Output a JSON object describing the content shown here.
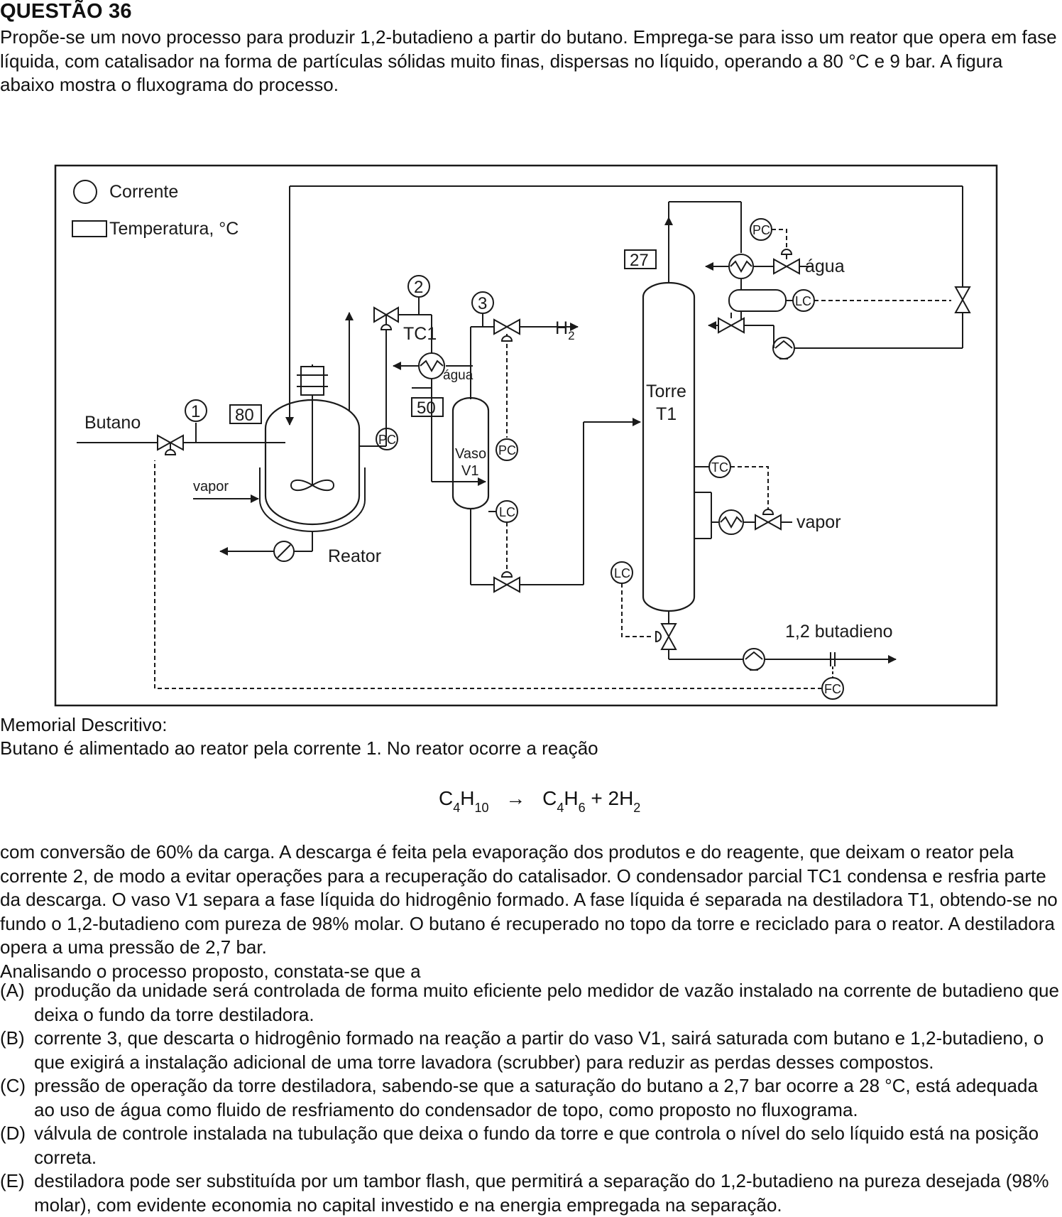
{
  "question": {
    "title": "QUESTÃO 36",
    "intro": "Propõe-se um novo processo para produzir 1,2-butadieno a partir do butano. Emprega-se para isso um reator que opera em fase líquida, com catalisador na forma de partículas sólidas muito finas, dispersas no líquido, operando a 80 °C e 9 bar. A figura abaixo mostra o fluxograma do processo."
  },
  "diagram": {
    "legend": {
      "stream": "Corrente",
      "temperature": "Temperatura, °C"
    },
    "labels": {
      "butano": "Butano",
      "vapor_reactor": "vapor",
      "reator": "Reator",
      "tc1": "TC1",
      "agua_tc1": "água",
      "vaso": "Vaso",
      "v1": "V1",
      "h2": "H",
      "h2_sub": "2",
      "torre": "Torre",
      "t1": "T1",
      "agua_top": "água",
      "vapor_reboiler": "vapor",
      "product": "1,2 butadieno"
    },
    "streams": [
      "1",
      "2",
      "3"
    ],
    "temperatures": [
      "80",
      "50",
      "27"
    ],
    "instruments": {
      "pc": "PC",
      "lc": "LC",
      "tc": "TC",
      "fc": "FC"
    }
  },
  "memorial": {
    "heading": "Memorial Descritivo:",
    "line1": "Butano é alimentado ao reator pela corrente 1. No reator ocorre a reação",
    "reaction": {
      "r1": "C",
      "r1s1": "4",
      "r1b": "H",
      "r1s2": "10",
      "arrow": "→",
      "p1": "C",
      "p1s1": "4",
      "p1b": "H",
      "p1s2": "6",
      "plus": "+ 2H",
      "p2s": "2"
    },
    "body": "com conversão de 60% da carga. A descarga é feita pela evaporação dos produtos e do reagente, que deixam o reator pela corrente 2, de modo a evitar operações para a recuperação do catalisador. O condensador parcial TC1 condensa e resfria parte da descarga. O vaso V1 separa a fase líquida do hidrogênio formado. A fase líquida é separada na destiladora T1, obtendo-se no fundo o 1,2-butadieno com pureza de 98% molar. O butano é recuperado no topo da torre e reciclado para o reator. A destiladora opera a uma pressão de 2,7 bar.",
    "prompt": "Analisando o processo proposto, constata-se que a"
  },
  "options": [
    {
      "letter": "(A)",
      "text": "produção da unidade será controlada de forma muito eficiente pelo medidor de vazão instalado na corrente de butadieno que deixa o fundo da torre destiladora."
    },
    {
      "letter": "(B)",
      "text": "corrente 3, que descarta o hidrogênio formado na reação a partir do vaso V1, sairá saturada com butano e 1,2-butadieno, o que exigirá a instalação adicional de uma torre lavadora (scrubber) para reduzir as perdas desses compostos."
    },
    {
      "letter": "(C)",
      "text": "pressão de operação da torre destiladora, sabendo-se que a saturação do butano a 2,7 bar ocorre a 28 °C,  está adequada ao uso de água como fluido de resfriamento do condensador de topo, como proposto no fluxograma."
    },
    {
      "letter": "(D)",
      "text": "válvula de controle instalada na tubulação que deixa o fundo da torre e que controla o nível do selo líquido está na posição correta."
    },
    {
      "letter": "(E)",
      "text": "destiladora pode ser substituída por um tambor flash, que permitirá a separação do 1,2-butadieno na pureza desejada (98% molar), com evidente economia no capital investido e na energia empregada na separação."
    }
  ]
}
